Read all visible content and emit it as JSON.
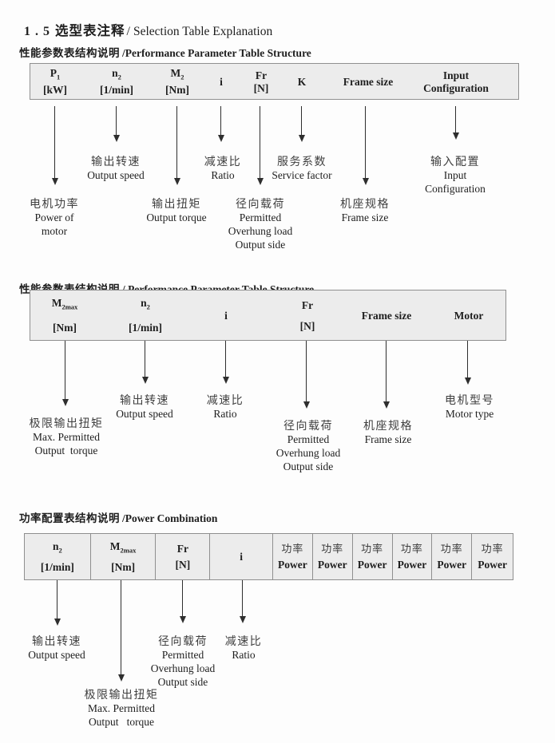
{
  "page_title": {
    "num": "1 . 5",
    "zh": "选型表注释",
    "sep": "/",
    "en": "Selection Table Explanation"
  },
  "sections": [
    {
      "heading": {
        "zh": "性能参数表结构说明",
        "en": "/Performance Parameter Table Structure"
      },
      "columns": [
        {
          "l1": "P",
          "l1sub": "1",
          "l2": "[kW]"
        },
        {
          "l1": "n",
          "l1sub": "2",
          "l2": "[1/min]"
        },
        {
          "l1": "M",
          "l1sub": "2",
          "l2": "[Nm]"
        },
        {
          "l1": "i"
        },
        {
          "l1": "Fr",
          "l2": "[N]"
        },
        {
          "l1": "K"
        },
        {
          "l1": "Frame size"
        },
        {
          "l1": "Input",
          "l2": "Configuration"
        }
      ],
      "notes": [
        {
          "lines": [
            "电机功率",
            "Power of",
            "motor"
          ]
        },
        {
          "lines": [
            "输出转速",
            "Output speed"
          ]
        },
        {
          "lines": [
            "输出扭矩",
            "Output torque"
          ]
        },
        {
          "lines": [
            "减速比",
            "Ratio"
          ]
        },
        {
          "lines": [
            "径向载荷",
            "Permitted",
            "Overhung load",
            "Output side"
          ]
        },
        {
          "lines": [
            "服务系数",
            "Service factor"
          ]
        },
        {
          "lines": [
            "机座规格",
            "Frame size"
          ]
        },
        {
          "lines": [
            "输入配置",
            "Input",
            "Configuration"
          ]
        }
      ]
    },
    {
      "heading": {
        "zh": "性能参数表结构说明",
        "en": "/ Performance Parameter Table Structure"
      },
      "columns": [
        {
          "l1": "M",
          "l1sub": "2max",
          "l2": "[Nm]"
        },
        {
          "l1": "n",
          "l1sub": "2",
          "l2": "[1/min]"
        },
        {
          "l1": "i"
        },
        {
          "l1": "Fr",
          "l2": "[N]"
        },
        {
          "l1": "Frame size"
        },
        {
          "l1": "Motor"
        }
      ],
      "notes": [
        {
          "lines": [
            "极限输出扭矩",
            "Max. Permitted",
            "Output  torque"
          ]
        },
        {
          "lines": [
            "输出转速",
            "Output speed"
          ]
        },
        {
          "lines": [
            "减速比",
            "Ratio"
          ]
        },
        {
          "lines": [
            "径向载荷",
            "Permitted",
            "Overhung load",
            "Output side"
          ]
        },
        {
          "lines": [
            "机座规格",
            "Frame size"
          ]
        },
        {
          "lines": [
            "电机型号",
            "Motor type"
          ]
        }
      ]
    },
    {
      "heading": {
        "zh": "功率配置表结构说明",
        "en": "/Power Combination"
      },
      "columns": [
        {
          "l1": "n",
          "l1sub": "2",
          "l2": "[1/min]"
        },
        {
          "l1": "M",
          "l1sub": "2max",
          "l2": "[Nm]"
        },
        {
          "l1": "Fr",
          "l2": "[N]"
        },
        {
          "l1": "i"
        }
      ],
      "power_col": {
        "zh": "功率",
        "en": "Power"
      },
      "notes": [
        {
          "lines": [
            "输出转速",
            "Output speed"
          ]
        },
        {
          "lines": [
            "极限输出扭矩",
            "Max. Permitted",
            "Output   torque"
          ]
        },
        {
          "lines": [
            "径向载荷",
            "Permitted",
            "Overhung load",
            "Output side"
          ]
        },
        {
          "lines": [
            "减速比",
            "Ratio"
          ]
        }
      ]
    }
  ]
}
